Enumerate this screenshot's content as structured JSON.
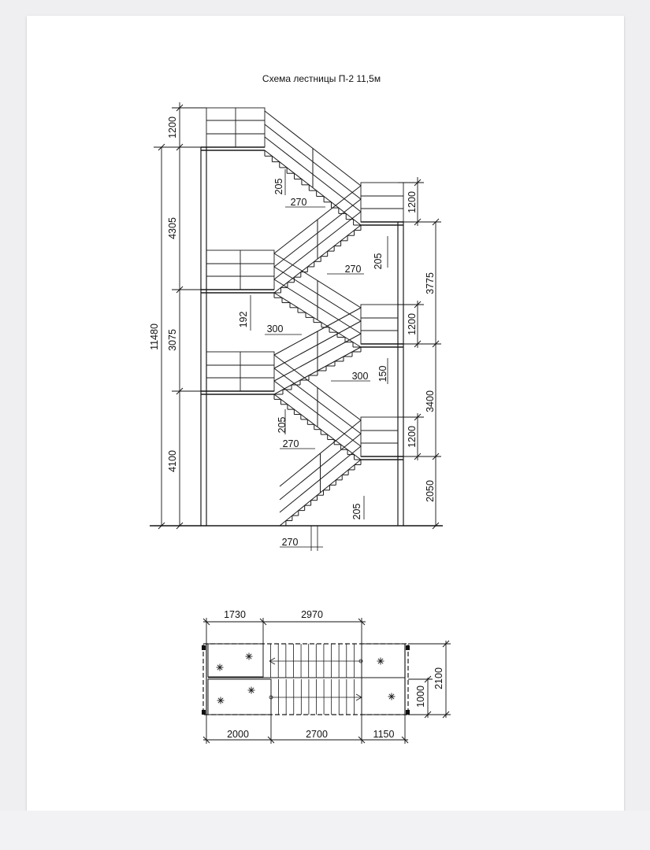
{
  "title": "Схема лестницы П-2  11,5м",
  "elevation": {
    "left_dims": [
      "1200",
      "4305",
      "3075",
      "4100"
    ],
    "overall_dim": "11480",
    "right_dims": [
      "1200",
      "3775",
      "1200",
      "3400",
      "1200",
      "2050"
    ],
    "riser_labels": [
      "205",
      "205",
      "192",
      "150",
      "205",
      "205"
    ],
    "tread_labels": [
      "270",
      "270",
      "300",
      "300",
      "270",
      "270"
    ]
  },
  "plan": {
    "top_dims": [
      "1730",
      "2970"
    ],
    "bottom_dims": [
      "2000",
      "2700",
      "1150"
    ],
    "right_dims": [
      "1000",
      "2100"
    ]
  },
  "colors": {
    "line": "#1a1a1a",
    "sheet": "#ffffff",
    "background": "#efeff1"
  }
}
